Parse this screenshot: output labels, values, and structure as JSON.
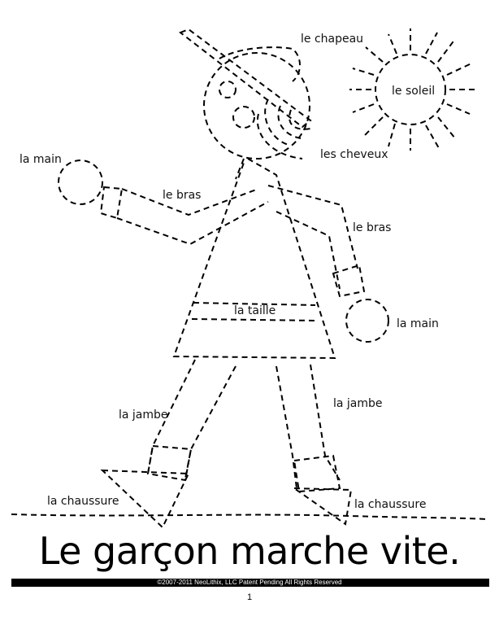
{
  "labels": {
    "hat": "le chapeau",
    "sun": "le soleil",
    "hair": "les cheveux",
    "hand_left": "la main",
    "arm_left": "le bras",
    "arm_right": "le bras",
    "waist": "la taille",
    "hand_right": "la main",
    "leg_left": "la jambe",
    "leg_right": "la jambe",
    "shoe_left": "la chaussure",
    "shoe_right": "la chaussure"
  },
  "sentence": "Le garçon marche vite.",
  "footer": {
    "copyright": "©2007-2011  NeoLithix, LLC  Patent Pending  All Rights Reserved",
    "page_number": "1"
  }
}
